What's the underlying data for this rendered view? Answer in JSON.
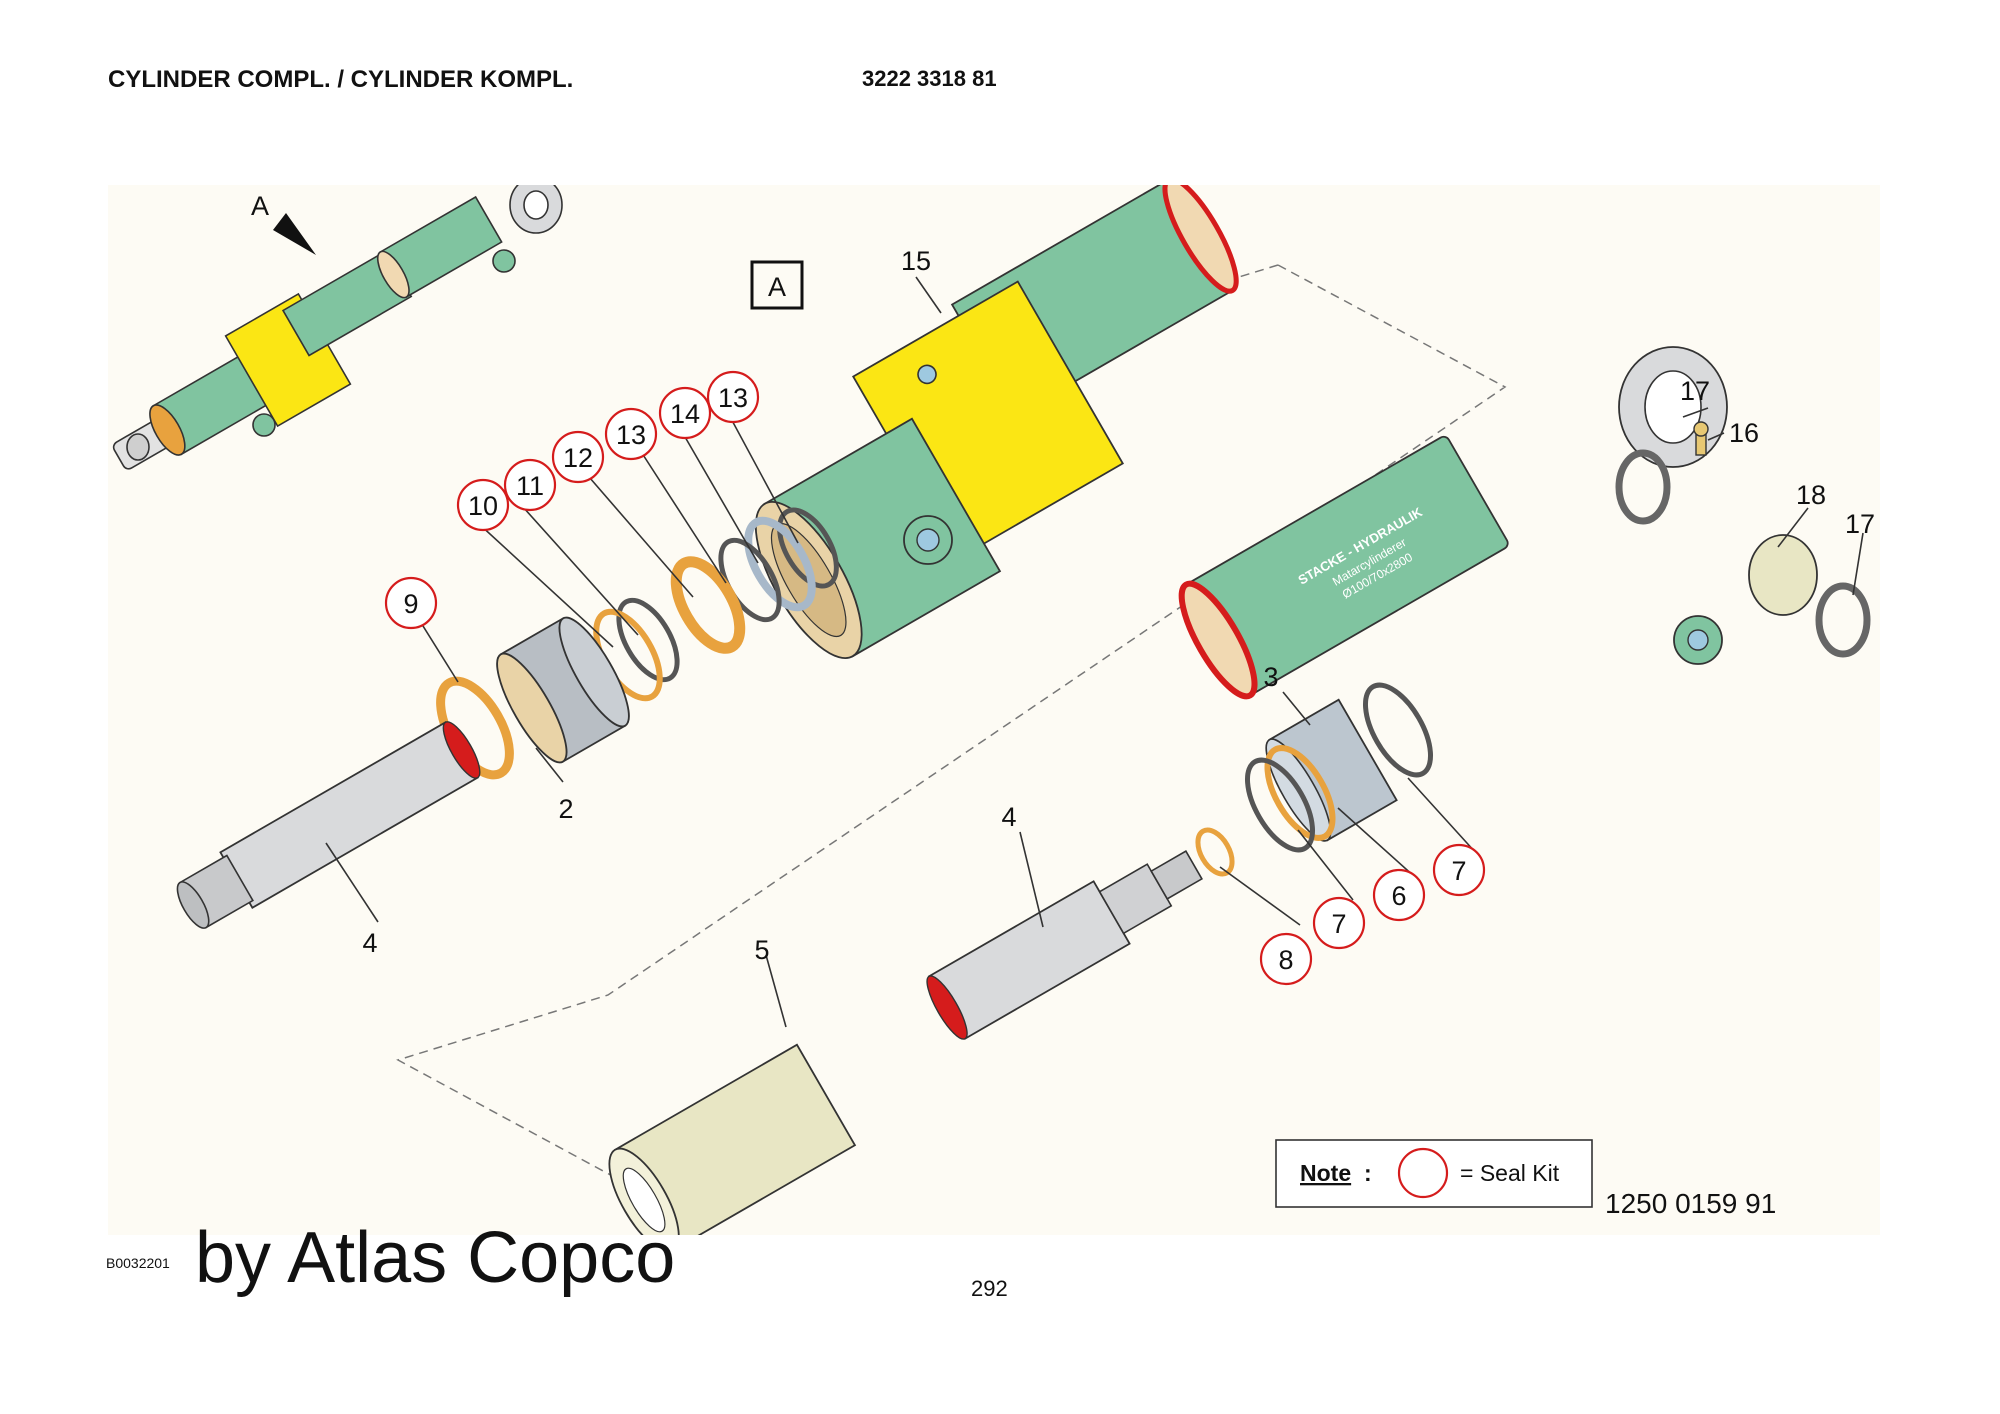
{
  "header": {
    "title": "CYLINDER COMPL. / CYLINDER KOMPL.",
    "part_number": "3222 3318 81"
  },
  "figure": {
    "detail_marker": "A",
    "detail_box": "A",
    "cylinder_label_lines": [
      "STACKE - HYDRAULIK",
      "Matarcylinderer",
      "Ø100/70x2800"
    ],
    "callouts": [
      "15",
      "13",
      "14",
      "13",
      "12",
      "11",
      "10",
      "9",
      "2",
      "4",
      "17",
      "16",
      "18",
      "17",
      "3",
      "4",
      "7",
      "6",
      "7",
      "8",
      "5"
    ],
    "note_label": "Note",
    "note_colon": ":",
    "note_text": "= Seal Kit",
    "drawing_number": "1250 0159 91"
  },
  "footer": {
    "doc_id": "B0032201",
    "brand": "by Atlas Copco",
    "page": "292"
  },
  "colors": {
    "body_green": "#80c4a0",
    "bracket_yellow": "#fbe614",
    "seal_orange": "#e8a23e",
    "seal_red": "#d51c1c",
    "rod_grey": "#d9dadc",
    "sleeve_cream": "#e8e6c4",
    "background": "#fdfbf4"
  }
}
